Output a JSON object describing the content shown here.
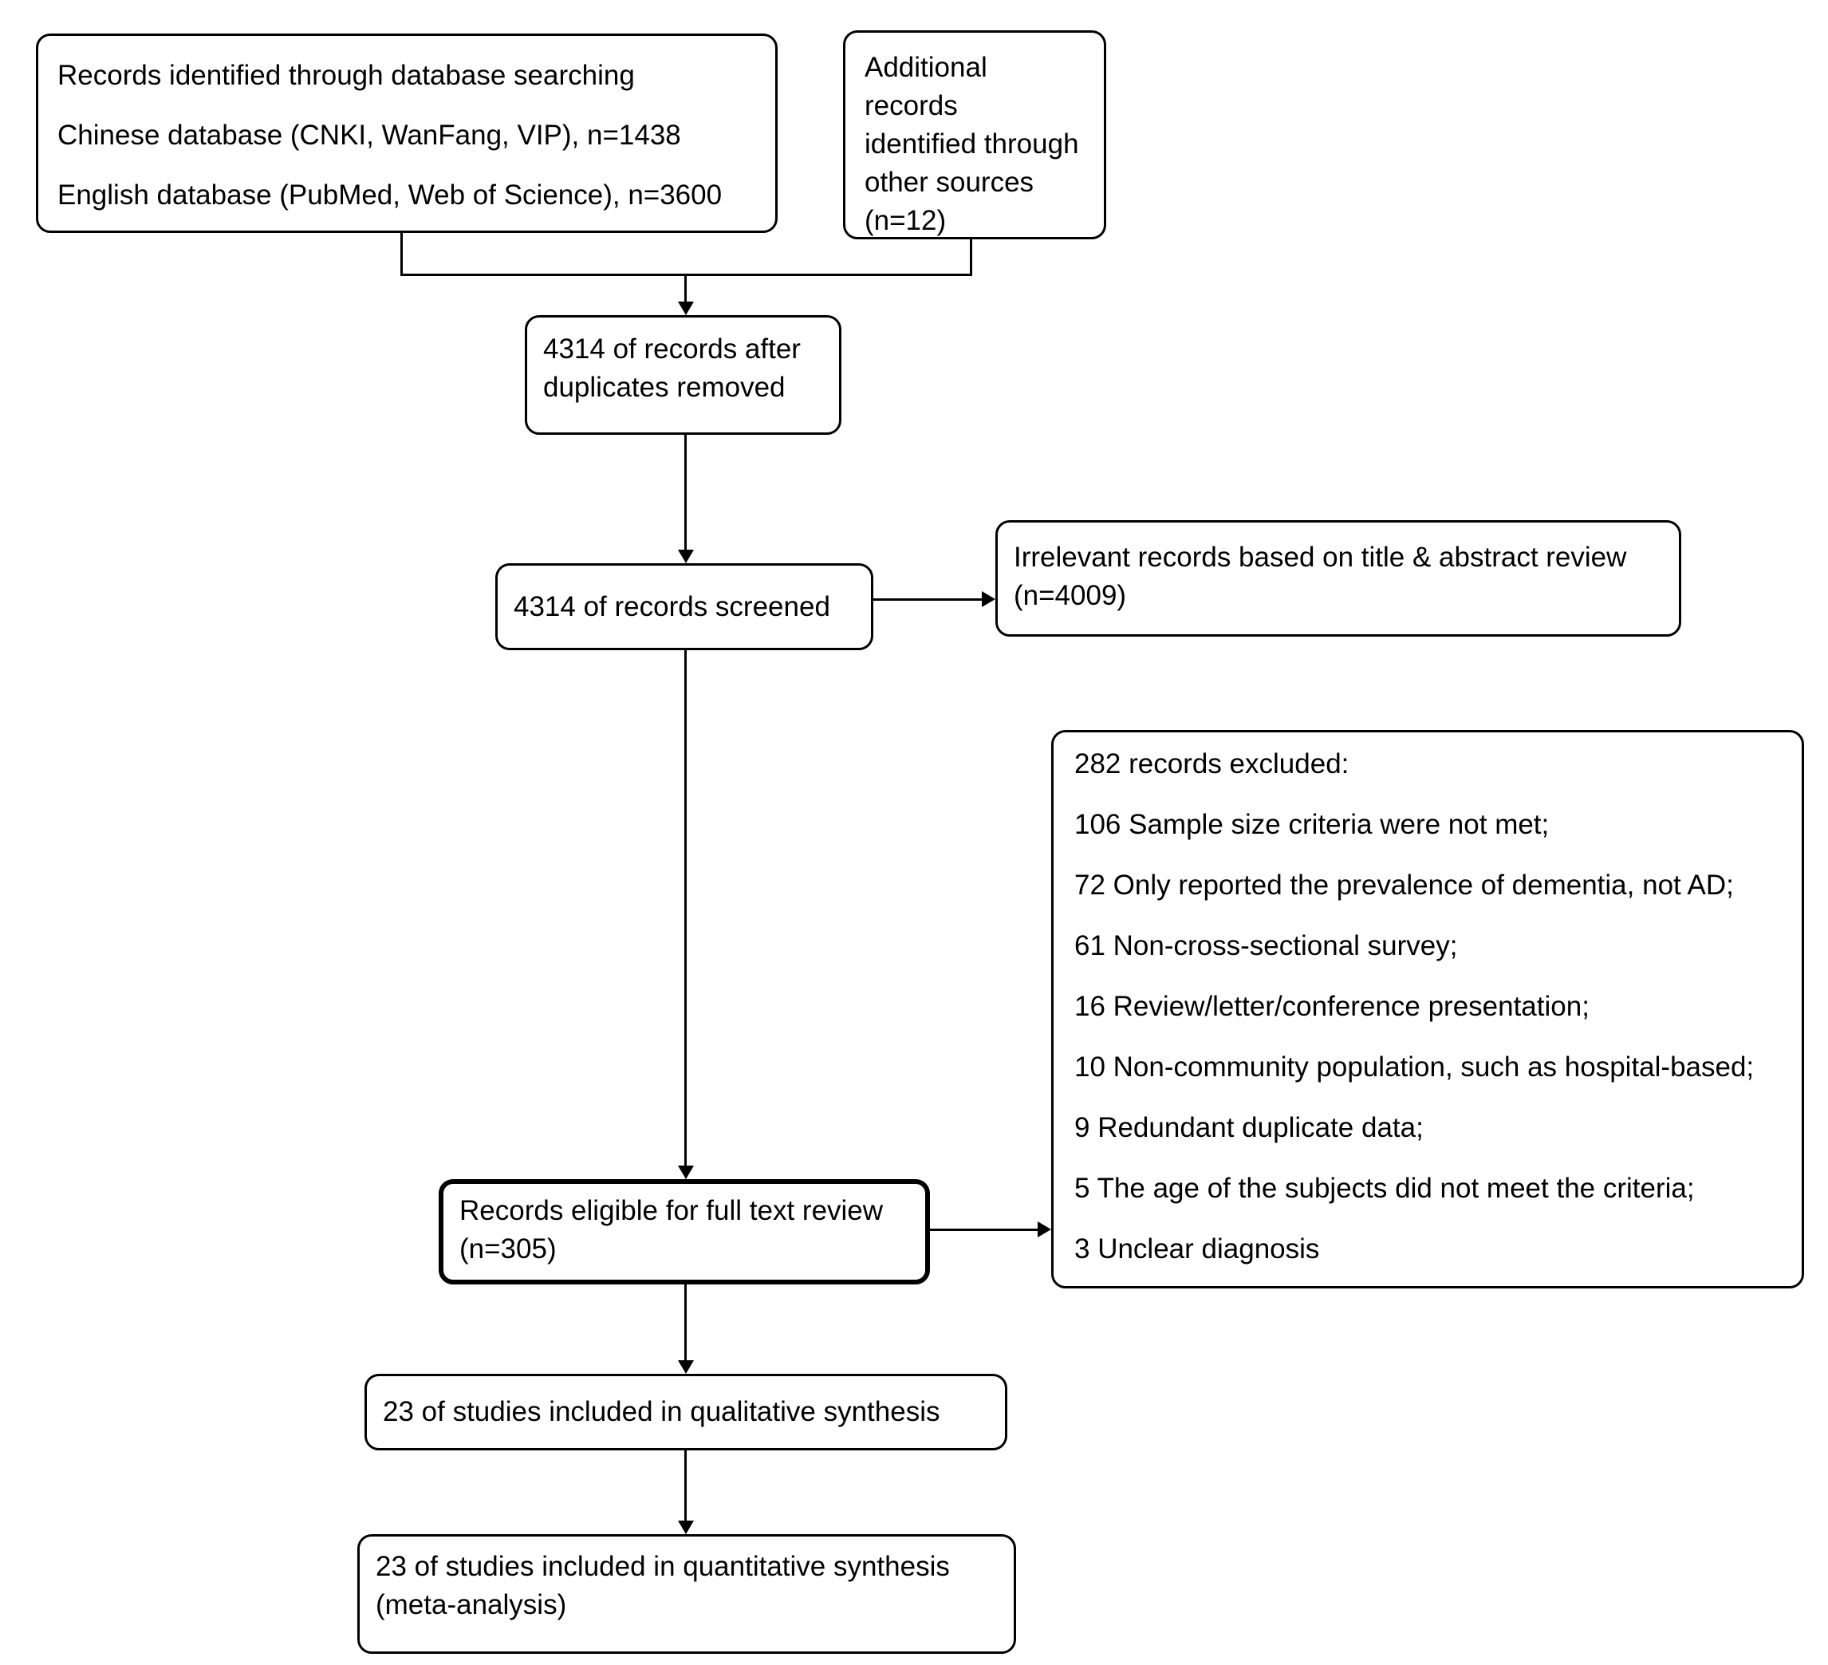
{
  "colors": {
    "background": "#ffffff",
    "border": "#000000",
    "text": "#000000",
    "connector": "#000000"
  },
  "nodes": {
    "identified": {
      "lines": [
        "Records identified through database searching",
        "Chinese database (CNKI, WanFang, VIP), n=1438",
        "English database (PubMed, Web of Science), n=3600"
      ]
    },
    "additional": {
      "lines": [
        "Additional records",
        "identified through",
        "other sources",
        "(n=12)"
      ]
    },
    "dedup": {
      "lines": [
        "4314 of records after",
        "duplicates removed"
      ]
    },
    "screened": {
      "lines": [
        "4314 of records screened"
      ]
    },
    "irrelevant": {
      "lines": [
        "Irrelevant records based on title & abstract review",
        "(n=4009)"
      ]
    },
    "excluded": {
      "lines": [
        "282 records excluded:",
        "106 Sample size criteria were not met;",
        "72 Only reported the prevalence of dementia, not AD;",
        "61 Non-cross-sectional survey;",
        "16 Review/letter/conference presentation;",
        "10 Non-community population, such as hospital-based;",
        "9 Redundant duplicate data;",
        "5 The age of the subjects did not meet the criteria;",
        "3 Unclear diagnosis"
      ]
    },
    "eligible": {
      "lines": [
        "Records eligible for full text review",
        "(n=305)"
      ]
    },
    "qualitative": {
      "lines": [
        "23 of studies included in qualitative synthesis"
      ]
    },
    "quantitative": {
      "lines": [
        "23 of studies included in quantitative synthesis",
        "(meta-analysis)"
      ]
    }
  },
  "edges": [
    {
      "from": "identified",
      "to": "dedup"
    },
    {
      "from": "additional",
      "to": "dedup"
    },
    {
      "from": "dedup",
      "to": "screened"
    },
    {
      "from": "screened",
      "to": "irrelevant"
    },
    {
      "from": "screened",
      "to": "eligible"
    },
    {
      "from": "eligible",
      "to": "excluded"
    },
    {
      "from": "eligible",
      "to": "qualitative"
    },
    {
      "from": "qualitative",
      "to": "quantitative"
    }
  ]
}
